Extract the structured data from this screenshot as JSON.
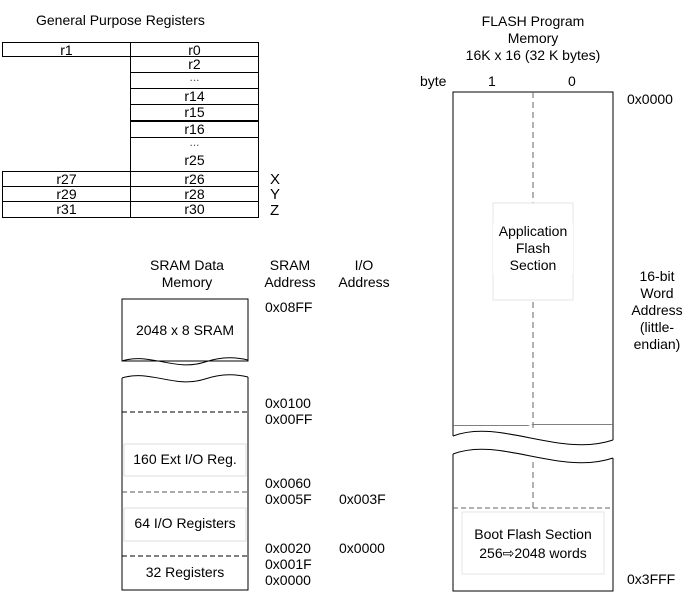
{
  "gpr": {
    "title": "General Purpose Registers",
    "rows": [
      {
        "left": "r1",
        "right": "r0"
      },
      {
        "right": "r2"
      },
      {
        "right": "..."
      },
      {
        "right": "r14"
      },
      {
        "right": "r15"
      },
      {
        "right": "r16"
      },
      {
        "right": "..."
      },
      {
        "right": "r25"
      },
      {
        "left": "r27",
        "right": "r26",
        "ptr": "X"
      },
      {
        "left": "r29",
        "right": "r28",
        "ptr": "Y"
      },
      {
        "left": "r31",
        "right": "r30",
        "ptr": "Z"
      }
    ]
  },
  "sram": {
    "title_line1": "SRAM Data",
    "title_line2": "Memory",
    "addr_header_line1": "SRAM",
    "addr_header_line2": "Address",
    "io_header_line1": "I/O",
    "io_header_line2": "Address",
    "sections": {
      "sram": "2048 x 8 SRAM",
      "ext_io": "160 Ext I/O Reg.",
      "io": "64 I/O Registers",
      "regs": "32 Registers"
    },
    "addresses": {
      "a08FF": "0x08FF",
      "a0100": "0x0100",
      "a00FF": "0x00FF",
      "a0060": "0x0060",
      "a005F": "0x005F",
      "a0020": "0x0020",
      "a001F": "0x001F",
      "a0000": "0x0000"
    },
    "io_addresses": {
      "io3F": "0x003F",
      "io00": "0x0000"
    }
  },
  "flash": {
    "title_line1": "FLASH Program",
    "title_line2": "Memory",
    "title_line3": "16K x 16 (32 K bytes)",
    "byte_label": "byte",
    "byte1": "1",
    "byte0": "0",
    "addr_top": "0x0000",
    "addr_bottom": "0x3FFF",
    "app_line1": "Application",
    "app_line2": "Flash",
    "app_line3": "Section",
    "boot_line1": "Boot Flash Section",
    "boot_line2": "256⇨2048 words",
    "word_addr": [
      "16-bit",
      "Word",
      "Address",
      "(little-",
      "endian)"
    ]
  }
}
